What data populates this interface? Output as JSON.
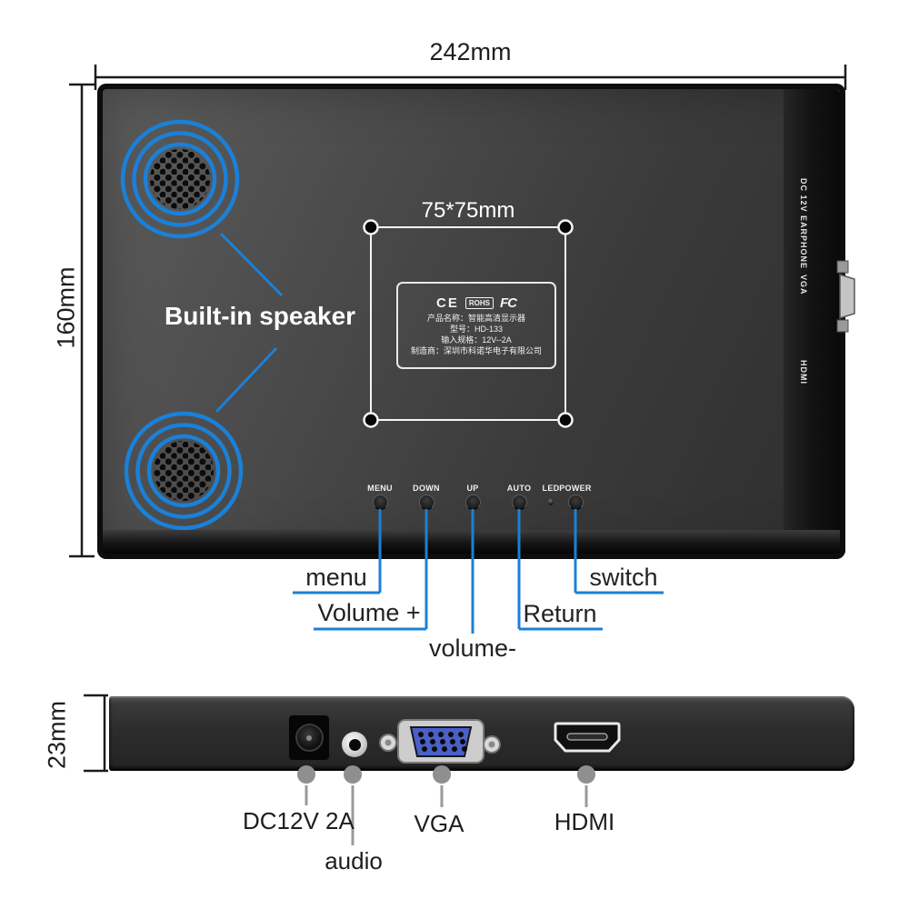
{
  "colors": {
    "accent_blue": "#1b80d8",
    "callout_gray": "#8f8f8f",
    "vga_blue": "#4a5fc7",
    "panel_dark": "#333333"
  },
  "dimensions": {
    "width_label": "242mm",
    "height_label": "160mm",
    "thickness_label": "23mm",
    "vesa_label": "75*75mm"
  },
  "back_panel": {
    "speaker_label": "Built-in speaker",
    "sticker": {
      "cert_ce": "CE",
      "cert_rohs": "ROHS",
      "cert_fcc": "FC",
      "line_product": "产品名称：智能高清显示器",
      "line_model": "型号：HD-133",
      "line_input": "输入规格：12V--2A",
      "line_maker": "制造商：深圳市科诺华电子有限公司"
    },
    "side_port_labels": {
      "power": "DC 12V EARPHONE",
      "vga": "VGA",
      "hdmi": "HDMI"
    },
    "buttons": [
      {
        "label": "MENU"
      },
      {
        "label": "DOWN"
      },
      {
        "label": "UP"
      },
      {
        "label": "AUTO"
      },
      {
        "label": "LED"
      },
      {
        "label": "POWER"
      }
    ]
  },
  "callouts": {
    "menu": "menu",
    "volume_up": "Volume +",
    "volume_down": "volume-",
    "return": "Return",
    "switch": "switch"
  },
  "side_view": {
    "labels": {
      "dc": "DC12V 2A",
      "audio": "audio",
      "vga": "VGA",
      "hdmi": "HDMI"
    }
  }
}
